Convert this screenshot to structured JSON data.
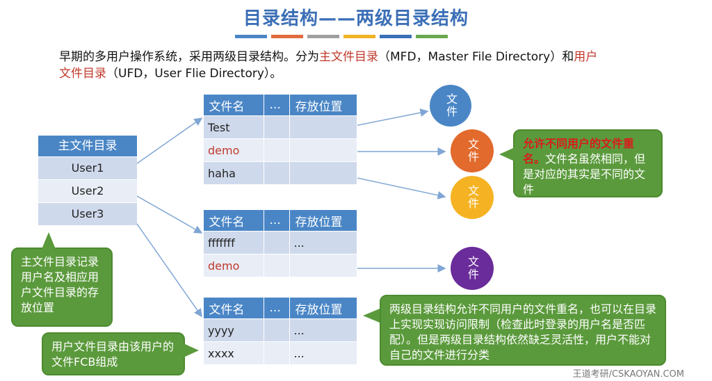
{
  "title": "目录结构——两级目录结构",
  "stripes": [
    "#4a86c6",
    "#e26a3c",
    "#a0a0a0",
    "#f0b323",
    "#3b6fb6",
    "#6aa84f"
  ],
  "intro": {
    "line1_a": "早期的多用户操作系统，采用两级目录结构。分为",
    "line1_red": "主文件目录",
    "line1_b": "（MFD，Master File Directory）和",
    "line1_red2": "用户",
    "line2_red": "文件目录",
    "line2_b": "（UFD，User Flie Directory）。"
  },
  "mfd": {
    "header": "主文件目录",
    "rows": [
      "User1",
      "User2",
      "User3"
    ]
  },
  "ufd_headers": [
    "文件名",
    "...",
    "存放位置"
  ],
  "ufd1": [
    {
      "name": "Test",
      "loc": "",
      "red": false
    },
    {
      "name": "demo",
      "loc": "",
      "red": true
    },
    {
      "name": "haha",
      "loc": "",
      "red": false
    }
  ],
  "ufd2": [
    {
      "name": "fffffff",
      "loc": "...",
      "red": false
    },
    {
      "name": "demo",
      "loc": "",
      "red": true
    }
  ],
  "ufd3": [
    {
      "name": "yyyy",
      "loc": "...",
      "red": false
    },
    {
      "name": "xxxx",
      "loc": "...",
      "red": false
    }
  ],
  "file_label": "文件",
  "colors": {
    "blue_circle": "#4a86c6",
    "orange_circle": "#e26a2c",
    "yellow_circle": "#f5b323",
    "purple_circle": "#6a2c9a",
    "callout_green": "#5b9a3c"
  },
  "callouts": {
    "rename_em": "允许不同用户的文件重名。",
    "rename_rest": "文件名虽然相同，但是对应的其实是不同的文件",
    "mfd_note": "主文件目录记录用户名及相应用户文件目录的存放位置",
    "ufd_note": "用户文件目录由该用户的文件FCB组成",
    "summary": "两级目录结构允许不同用户的文件重名，也可以在目录上实现实现访问限制（检查此时登录的用户名是否匹配）。但是两级目录结构依然缺乏灵活性，用户不能对自己的文件进行分类"
  },
  "watermark": "王道考研/CSKAOYAN.COM"
}
